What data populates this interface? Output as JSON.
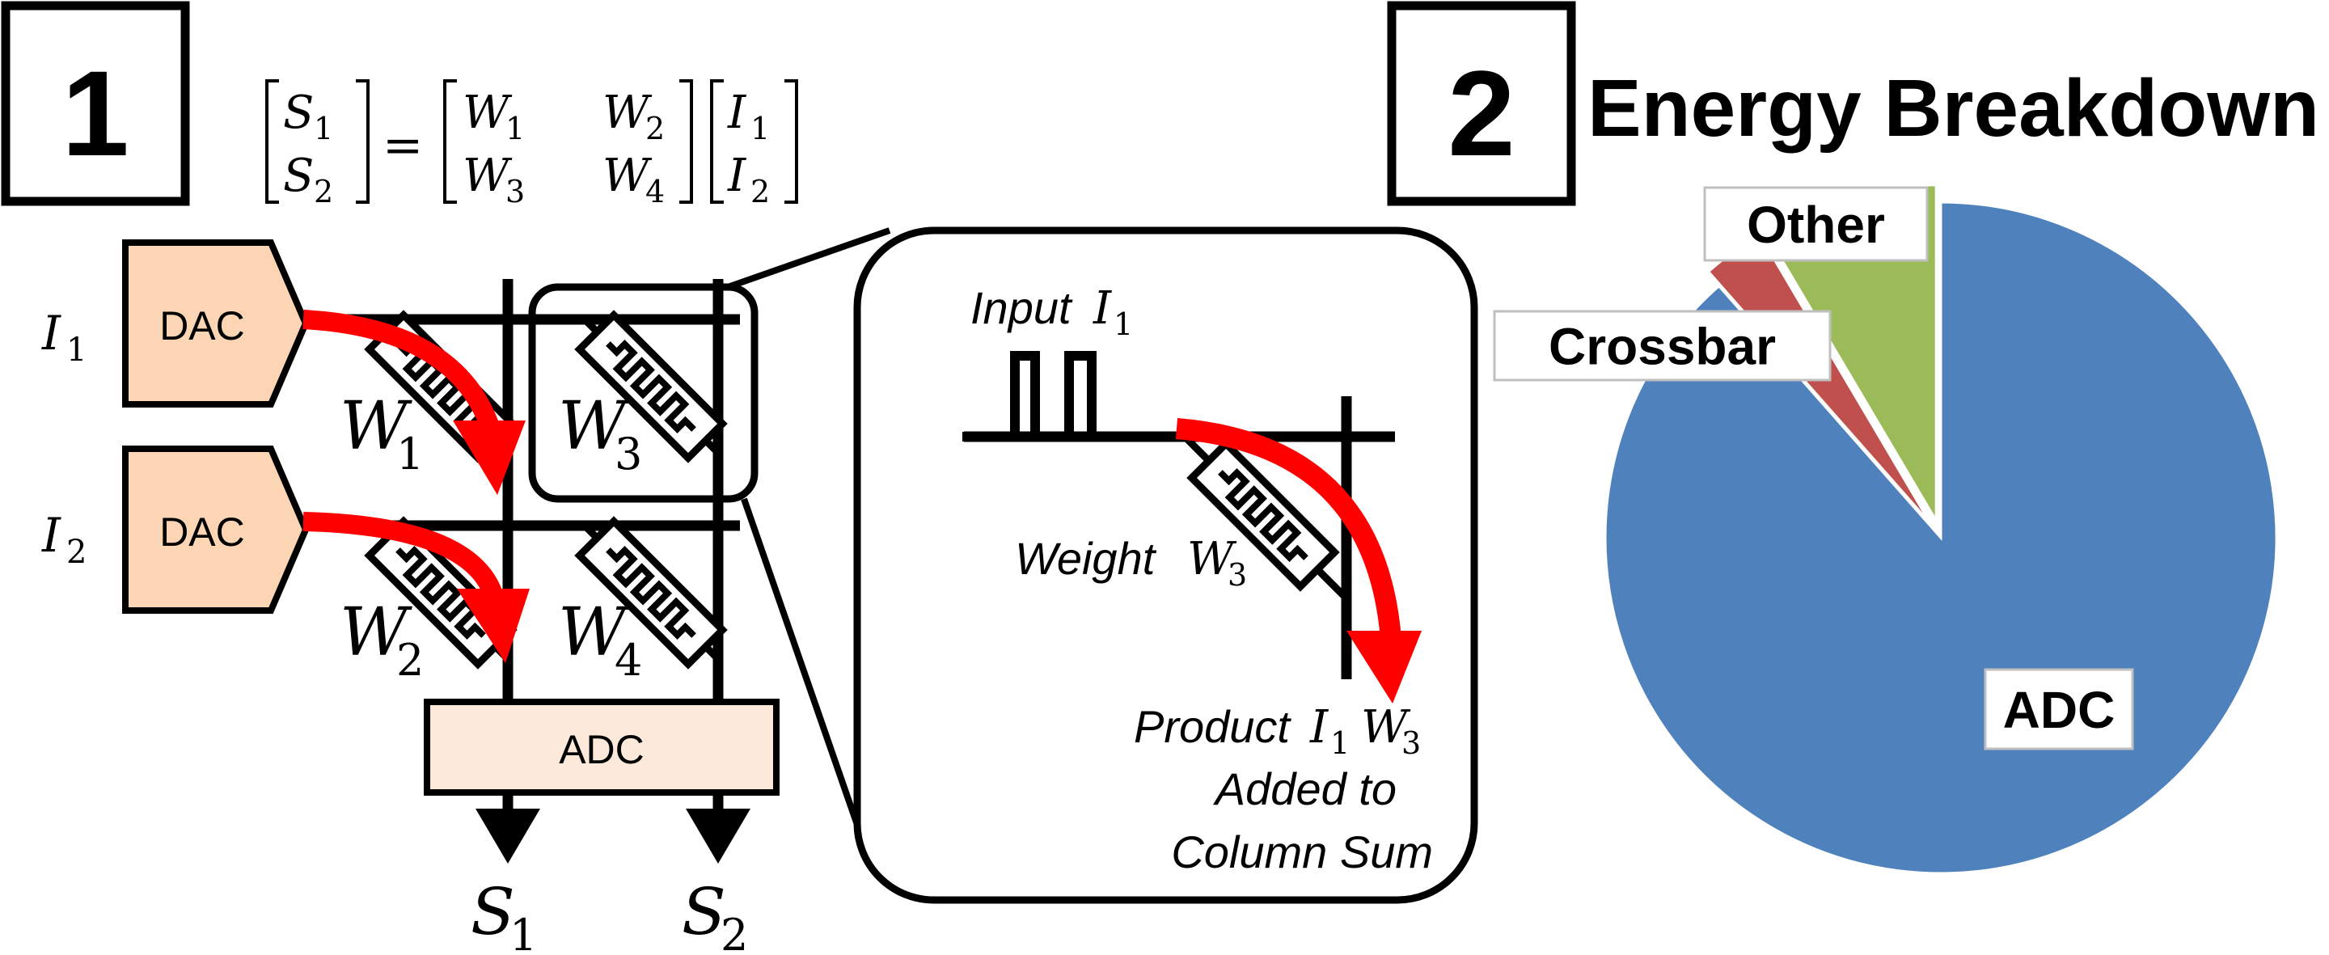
{
  "panel1": {
    "number": "1",
    "equation": {
      "lhs": [
        "S",
        "1",
        "S",
        "2"
      ],
      "matrix": [
        "W",
        "1",
        "W",
        "2",
        "W",
        "3",
        "W",
        "4"
      ],
      "vector": [
        "I",
        "1",
        "I",
        "2"
      ],
      "equals": "="
    },
    "inputs": [
      {
        "var": "I",
        "sub": "1",
        "dac": "DAC"
      },
      {
        "var": "I",
        "sub": "2",
        "dac": "DAC"
      }
    ],
    "weights": [
      {
        "var": "W",
        "sub": "1"
      },
      {
        "var": "W",
        "sub": "3"
      },
      {
        "var": "W",
        "sub": "2"
      },
      {
        "var": "W",
        "sub": "4"
      }
    ],
    "adc_label": "ADC",
    "outputs": [
      {
        "var": "S",
        "sub": "1"
      },
      {
        "var": "S",
        "sub": "2"
      }
    ],
    "zoom": {
      "input_text": "Input",
      "input_var": "I",
      "input_sub": "1",
      "weight_text": "Weight",
      "weight_var": "W",
      "weight_sub": "3",
      "product_text": "Product",
      "product_i": "I",
      "product_i_sub": "1",
      "product_w": "W",
      "product_w_sub": "3",
      "line2": "Added to",
      "line3": "Column Sum"
    }
  },
  "panel2": {
    "number": "2",
    "title": "Energy Breakdown"
  },
  "chart_data": {
    "type": "pie",
    "title": "Energy Breakdown",
    "slices": [
      {
        "label": "ADC",
        "value": 88.5,
        "color": "#4f81bd"
      },
      {
        "label": "Crossbar",
        "value": 3,
        "color": "#c0504d"
      },
      {
        "label": "Other",
        "value": 8.5,
        "color": "#9bbb59"
      }
    ]
  },
  "colors": {
    "arrow": "#ff0000",
    "dac_fill": "#fcd5b5",
    "adc_fill": "#fde9d9",
    "line": "#000000"
  }
}
